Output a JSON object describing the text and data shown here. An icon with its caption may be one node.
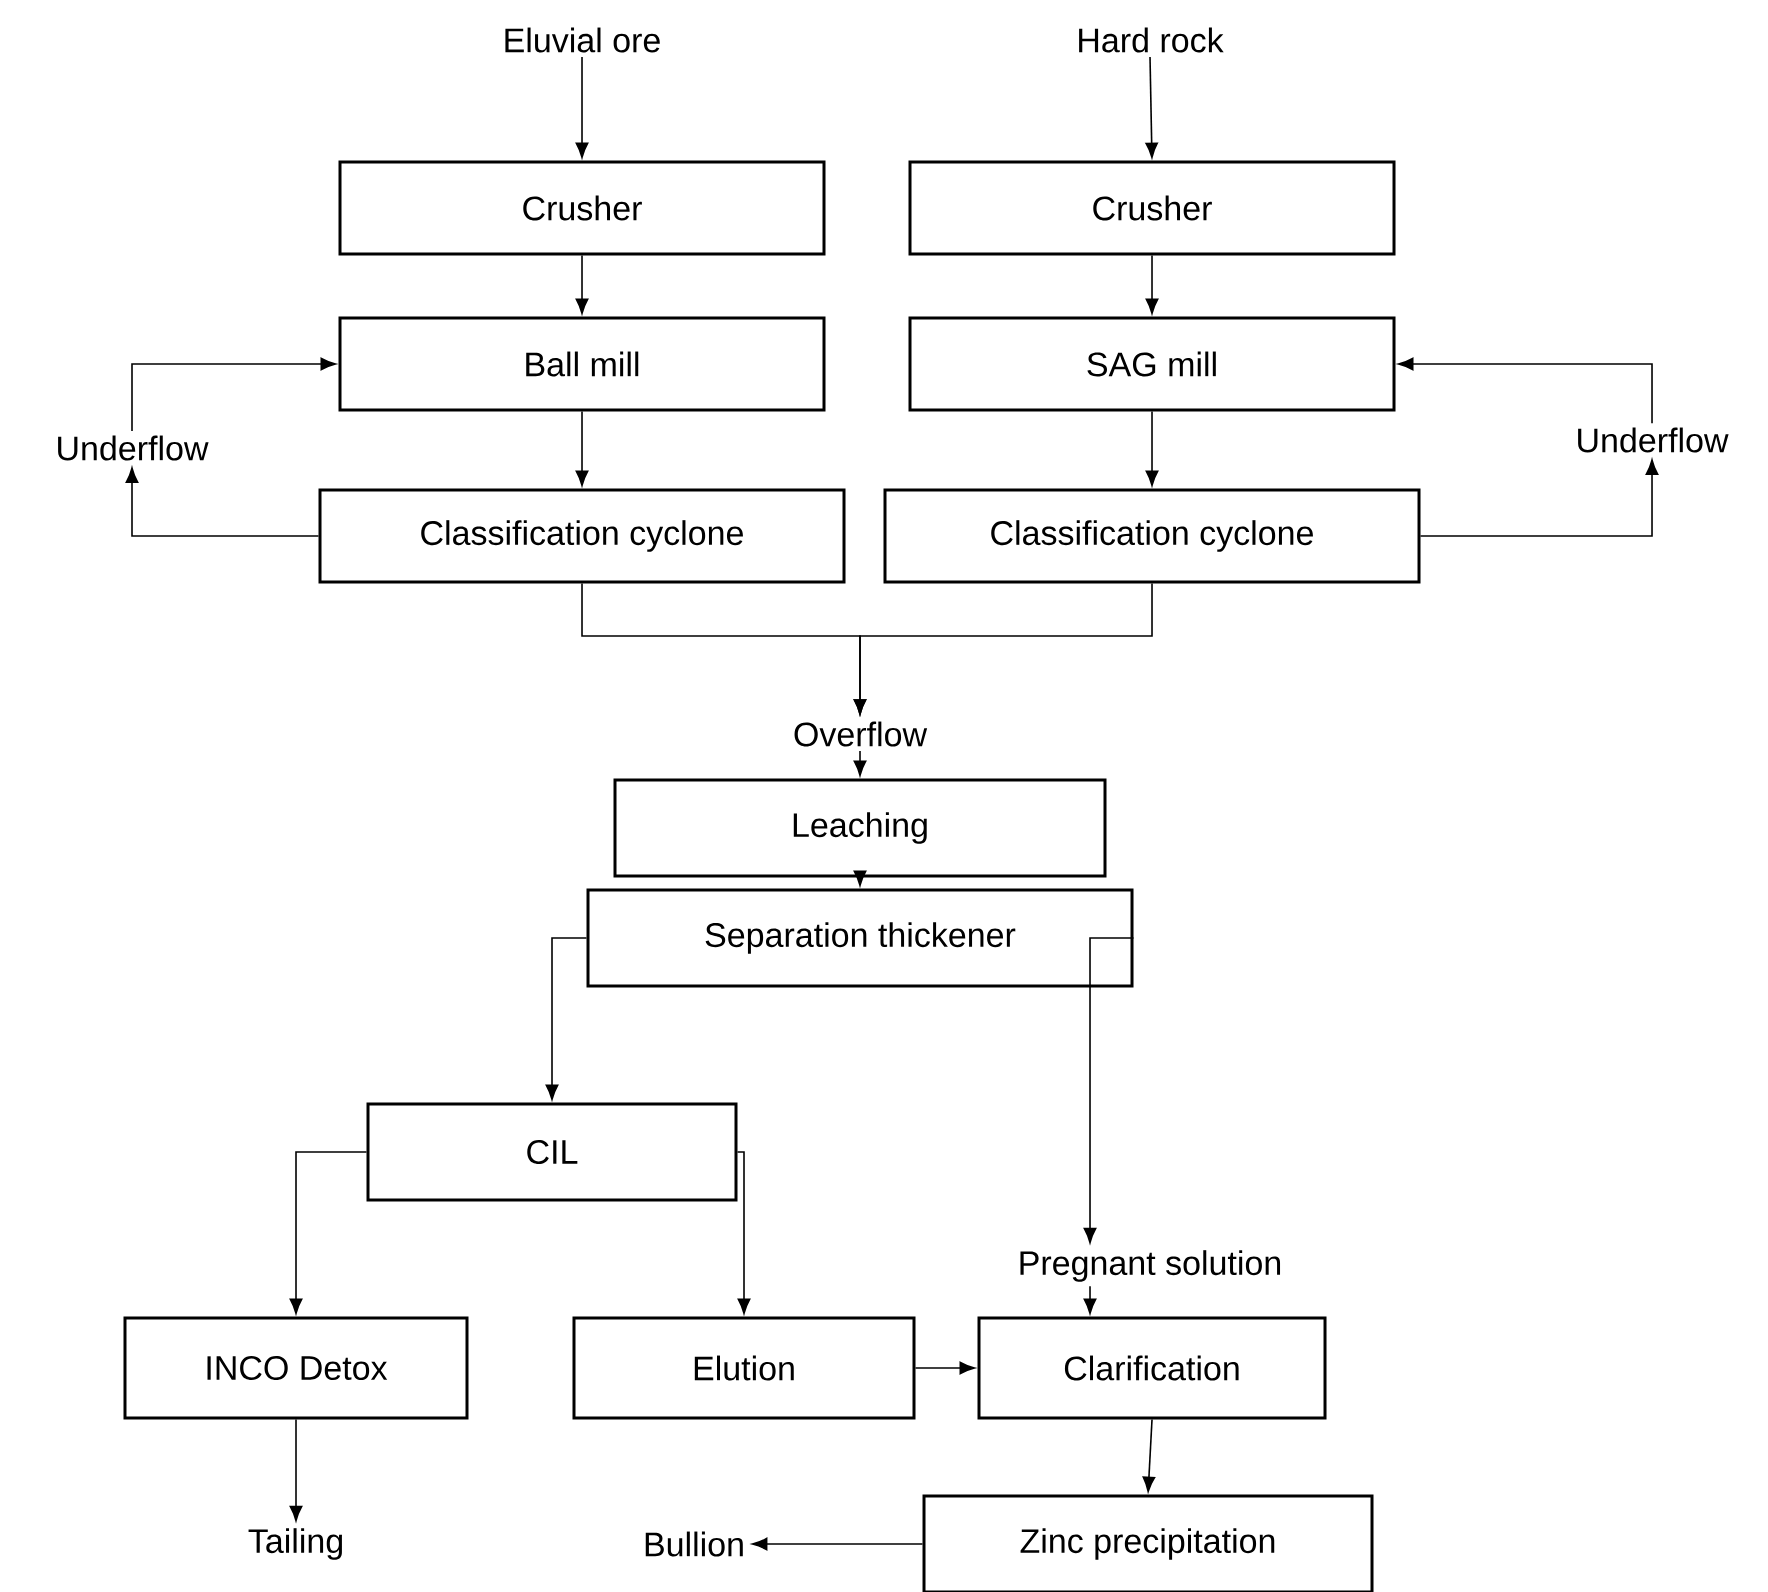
{
  "diagram": {
    "nodes": [
      {
        "text": [
          "Eluvial ore"
        ]
      },
      {
        "text": [
          "Hard rock"
        ]
      },
      {
        "text": [
          "Crusher"
        ]
      },
      {
        "text": [
          "Crusher"
        ]
      },
      {
        "text": [
          "Ball mill"
        ]
      },
      {
        "text": [
          "SAG mill"
        ]
      },
      {
        "text": [
          "Classification cyclone"
        ]
      },
      {
        "text": [
          "Classification cyclone"
        ]
      },
      {
        "text": [
          "Underflow"
        ]
      },
      {
        "text": [
          "Underflow"
        ]
      },
      {
        "text": [
          "Overflow"
        ]
      },
      {
        "text": [
          "Leaching"
        ]
      },
      {
        "text": [
          "Separation thickener"
        ]
      },
      {
        "text": [
          "CIL"
        ]
      },
      {
        "text": [
          "Pregnant solution"
        ]
      },
      {
        "text": [
          "INCO Detox"
        ]
      },
      {
        "text": [
          "Elution"
        ]
      },
      {
        "text": [
          "Clarification"
        ]
      },
      {
        "text": [
          "Zinc precipitation"
        ]
      },
      {
        "text": [
          "Tailing"
        ]
      },
      {
        "text": [
          "Bullion"
        ]
      }
    ],
    "edges": [
      {
        "from": 0,
        "to": 2,
        "arrow": "to"
      },
      {
        "from": 2,
        "to": 4,
        "arrow": "to"
      },
      {
        "from": 4,
        "to": 6,
        "arrow": "to"
      },
      {
        "from": 1,
        "to": 3,
        "arrow": "to"
      },
      {
        "from": 3,
        "to": 5,
        "arrow": "to"
      },
      {
        "from": 5,
        "to": 7,
        "arrow": "to"
      },
      {
        "from": 6,
        "to": 8,
        "arrow": "to"
      },
      {
        "from": 8,
        "to": 4,
        "arrow": "to"
      },
      {
        "from": 7,
        "to": 9,
        "arrow": "to"
      },
      {
        "from": 9,
        "to": 5,
        "arrow": "to"
      },
      {
        "from": 6,
        "to": 10,
        "arrow": "to"
      },
      {
        "from": 7,
        "to": 10,
        "arrow": "to"
      },
      {
        "from": 10,
        "to": 11,
        "arrow": "to"
      },
      {
        "from": 11,
        "to": 12,
        "arrow": "to"
      },
      {
        "from": 12,
        "to": 13,
        "arrow": "to"
      },
      {
        "from": 12,
        "to": 14,
        "arrow": "to"
      },
      {
        "from": 14,
        "to": 17,
        "arrow": "to"
      },
      {
        "from": 13,
        "to": 15,
        "arrow": "to"
      },
      {
        "from": 13,
        "to": 16,
        "arrow": "to"
      },
      {
        "from": 16,
        "to": 17,
        "arrow": "to"
      },
      {
        "from": 17,
        "to": 18,
        "arrow": "to"
      },
      {
        "from": 15,
        "to": 19,
        "arrow": "to"
      },
      {
        "from": 18,
        "to": 20,
        "arrow": "to"
      }
    ]
  }
}
